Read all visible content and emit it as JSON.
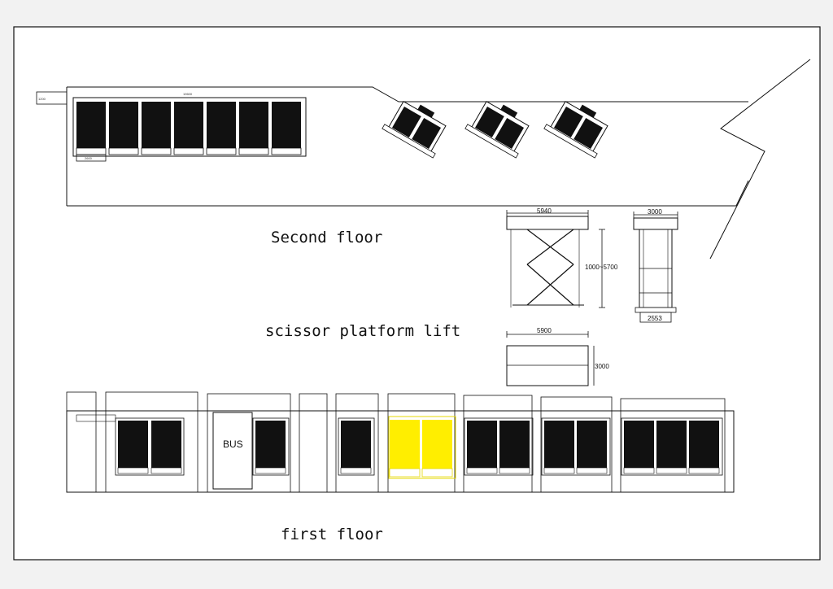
{
  "labels": {
    "second_floor": "Second floor",
    "lift_title": "scissor platform lift",
    "first_floor": "first floor",
    "bus": "BUS"
  },
  "lift_dimensions": {
    "platform_length": "5940",
    "lift_height": "1000~5700",
    "platform_width": "3000",
    "base_width": "2553",
    "plan_length": "5900",
    "plan_width": "3000"
  },
  "colors": {
    "line": "#111111",
    "car": "#111111",
    "highlight": "#ffee00",
    "background": "#f2f2f2"
  }
}
